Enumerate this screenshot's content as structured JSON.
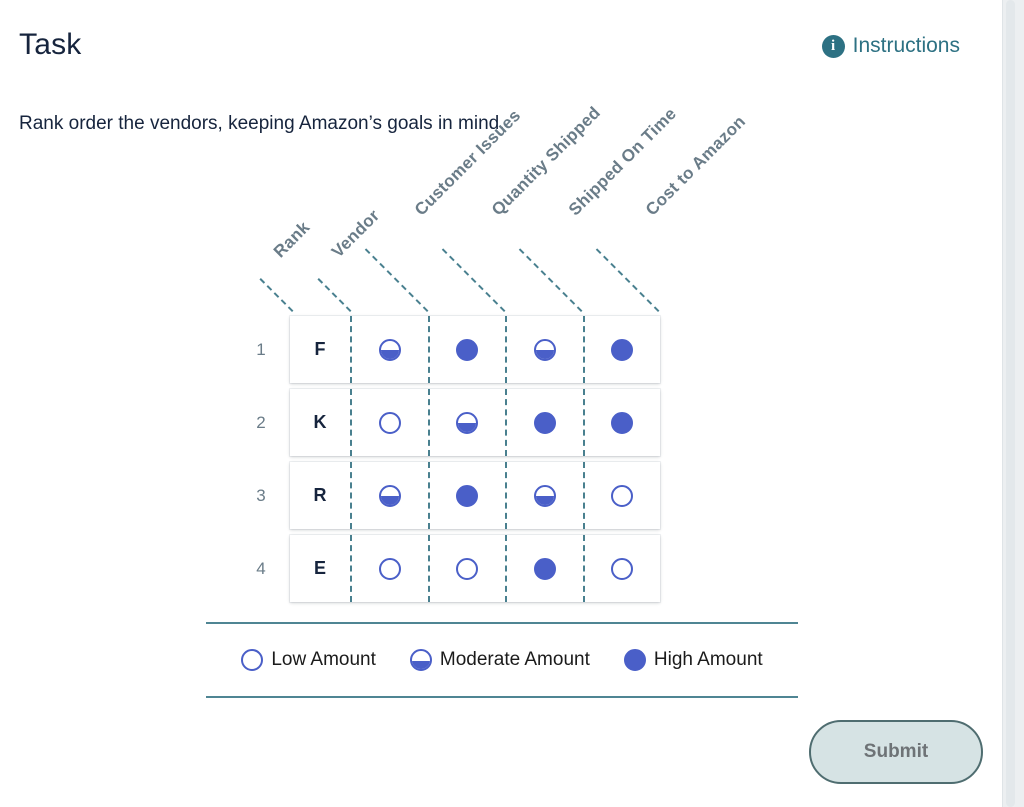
{
  "header": {
    "title": "Task",
    "instructions_label": "Instructions",
    "info_icon_glyph": "i",
    "info_icon_name": "info-circle-icon"
  },
  "prompt": "Rank order the vendors, keeping Amazon’s goals in mind.",
  "chart_data": {
    "type": "table",
    "title": "Vendor ranking matrix",
    "columns": [
      "Rank",
      "Vendor",
      "Customer Issues",
      "Quantity Shipped",
      "Shipped On Time",
      "Cost to Amazon"
    ],
    "metric_columns": [
      "Customer Issues",
      "Quantity Shipped",
      "Shipped On Time",
      "Cost to Amazon"
    ],
    "value_scale": [
      "low",
      "moderate",
      "high"
    ],
    "rows": [
      {
        "rank": "1",
        "vendor": "F",
        "values": [
          "moderate",
          "high",
          "moderate",
          "high"
        ]
      },
      {
        "rank": "2",
        "vendor": "K",
        "values": [
          "low",
          "moderate",
          "high",
          "high"
        ]
      },
      {
        "rank": "3",
        "vendor": "R",
        "values": [
          "moderate",
          "high",
          "moderate",
          "low"
        ]
      },
      {
        "rank": "4",
        "vendor": "E",
        "values": [
          "low",
          "low",
          "high",
          "low"
        ]
      }
    ]
  },
  "legend": {
    "items": [
      {
        "value": "low",
        "label": "Low Amount"
      },
      {
        "value": "moderate",
        "label": "Moderate Amount"
      },
      {
        "value": "high",
        "label": "High Amount"
      }
    ]
  },
  "submit": {
    "label": "Submit"
  },
  "colors": {
    "accent_teal": "#2d7183",
    "marker_blue": "#4a5fc8",
    "text_navy": "#16243d",
    "muted_gray": "#6a7c88",
    "submit_fill": "#d6e3e4",
    "submit_border": "#4f6d70",
    "divider_teal": "#4f8593"
  }
}
